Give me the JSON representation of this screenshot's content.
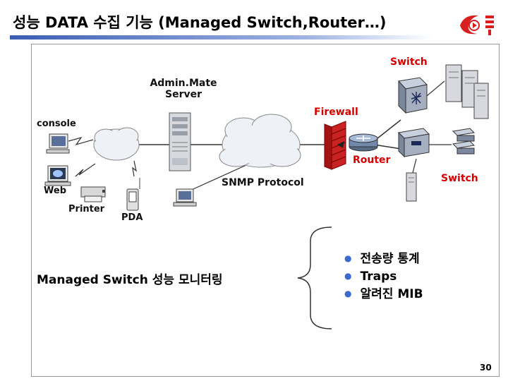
{
  "title": "성능 DATA 수집 기능 (Managed Switch,Router…)",
  "labels": {
    "switch_top": "Switch",
    "adminmate_line1": "Admin.Mate",
    "adminmate_line2": "Server",
    "firewall": "Firewall",
    "console": "console",
    "router": "Router",
    "switch_right": "Switch",
    "snmp": "SNMP Protocol",
    "web": "Web",
    "printer": "Printer",
    "pda": "PDA"
  },
  "monitoring": "Managed Switch 성능 모니터링",
  "bullets": [
    "전송량 통계",
    "Traps",
    "알려진 MIB"
  ],
  "page_number": "30",
  "colors": {
    "label_red": "#d40000",
    "rule_blue": "#3a5db3",
    "bullet_blue": "#3a6bd0",
    "firewall": "#cc2222"
  },
  "logo_icon": "red-white-swoosh-logo-icon"
}
